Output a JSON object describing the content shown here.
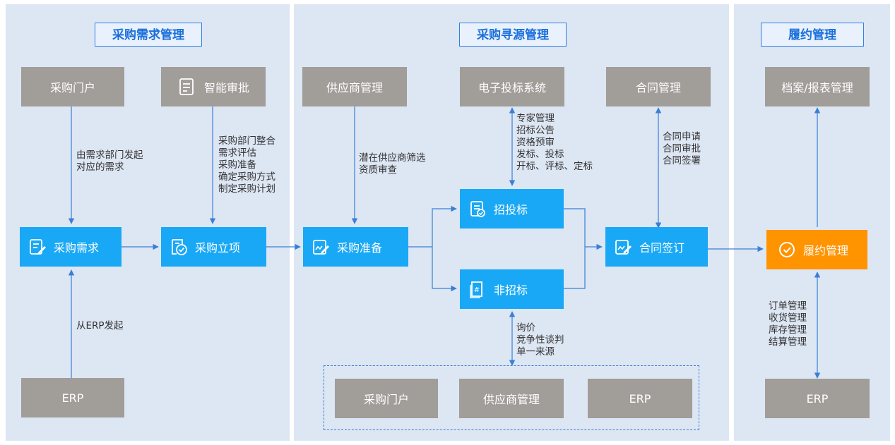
{
  "sections": {
    "demand": "采购需求管理",
    "sourcing": "采购寻源管理",
    "fulfillment": "履约管理"
  },
  "grey": {
    "portal_top": "采购门户",
    "approval": "智能审批",
    "supplier_mgmt": "供应商管理",
    "ebid": "电子投标系统",
    "contract_mgmt": "合同管理",
    "archive": "档案/报表管理",
    "erp_left": "ERP",
    "portal_bottom": "采购门户",
    "supplier_bottom": "供应商管理",
    "erp_middle": "ERP",
    "erp_right": "ERP"
  },
  "blue": {
    "demand": "采购需求",
    "project": "采购立项",
    "prep": "采购准备",
    "bid": "招投标",
    "nonbid": "非招标",
    "sign": "合同签订"
  },
  "orange": {
    "fulfill": "履约管理"
  },
  "labels": {
    "from_dept": [
      "由需求部门发起",
      "对应的需求"
    ],
    "from_erp": [
      "从ERP发起"
    ],
    "approval_steps": [
      "采购部门整合",
      "需求评估",
      "采购准备",
      "确定采购方式",
      "制定采购计划"
    ],
    "supplier_screen": [
      "潜在供应商筛选",
      "资质审查"
    ],
    "bid_steps": [
      "专家管理",
      "招标公告",
      "资格预审",
      "发标、投标",
      "开标、评标、定标"
    ],
    "contract_steps": [
      "合同申请",
      "合同审批",
      "合同签署"
    ],
    "nonbid_steps": [
      "询价",
      "竞争性谈判",
      "单一来源"
    ],
    "fulfill_steps": [
      "订单管理",
      "收货管理",
      "库存管理",
      "结算管理"
    ]
  },
  "colors": {
    "panel": "#dde6f3",
    "grey_box": "#a19d99",
    "blue_box": "#19a8f5",
    "orange_box": "#ff9300",
    "title": "#1a6fdc",
    "line": "#3a7fd6"
  }
}
